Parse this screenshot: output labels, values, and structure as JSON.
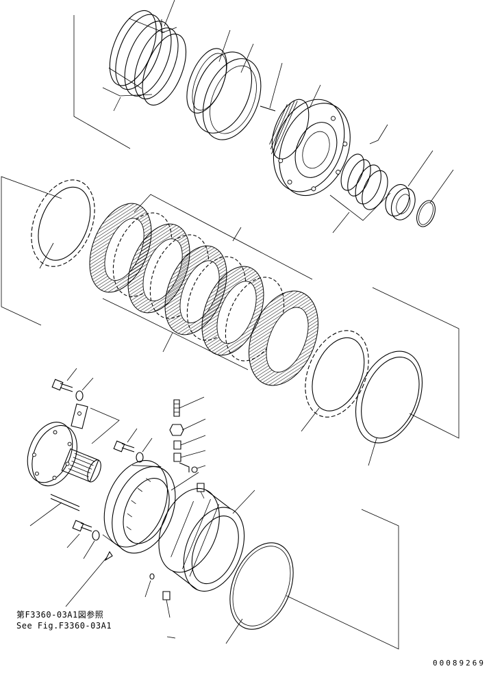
{
  "reference_note": {
    "japanese": "第F3360-03A1図参照",
    "english": "See Fig.F3360-03A1"
  },
  "drawing_number": "00089269",
  "colors": {
    "ink": "#000000",
    "paper": "#ffffff"
  }
}
